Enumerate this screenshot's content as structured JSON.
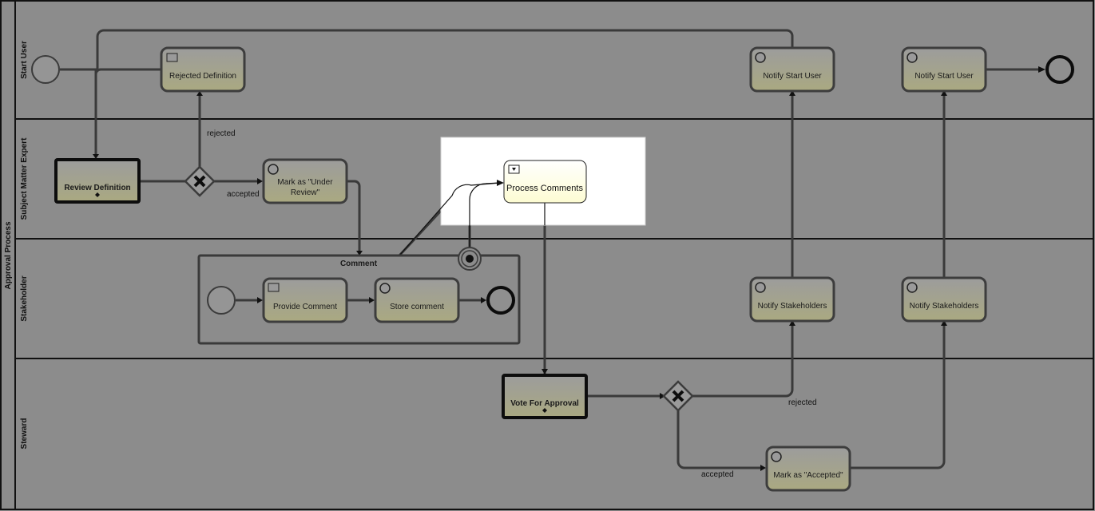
{
  "pool": {
    "label": "Approval Process"
  },
  "lanes": [
    {
      "label": "Start User"
    },
    {
      "label": "Subject Matter Expert"
    },
    {
      "label": "Stakeholder"
    },
    {
      "label": "Steward"
    }
  ],
  "tasks": {
    "rejected_definition": "Rejected Definition",
    "notify_start_user_1": "Notify Start User",
    "notify_start_user_2": "Notify Start User",
    "review_definition": "Review Definition",
    "mark_under_review_1": "Mark as \"Under",
    "mark_under_review_2": "Review\"",
    "process_comments": "Process Comments",
    "provide_comment": "Provide Comment",
    "store_comment": "Store comment",
    "notify_stakeholders_1": "Notify Stakeholders",
    "notify_stakeholders_2": "Notify Stakeholders",
    "vote_for_approval": "Vote For Approval",
    "mark_accepted": "Mark as \"Accepted\""
  },
  "subprocess": {
    "label": "Comment"
  },
  "flow_labels": {
    "rejected_1": "rejected",
    "accepted_1": "accepted",
    "rejected_2": "rejected",
    "accepted_2": "accepted"
  },
  "colors": {
    "overlay_bg": "#8c8c8c",
    "task_fill": "#a9a883",
    "highlight_fill": "#ffffe0",
    "highlight_panel": "#ffffff",
    "lane_line": "#111111"
  }
}
